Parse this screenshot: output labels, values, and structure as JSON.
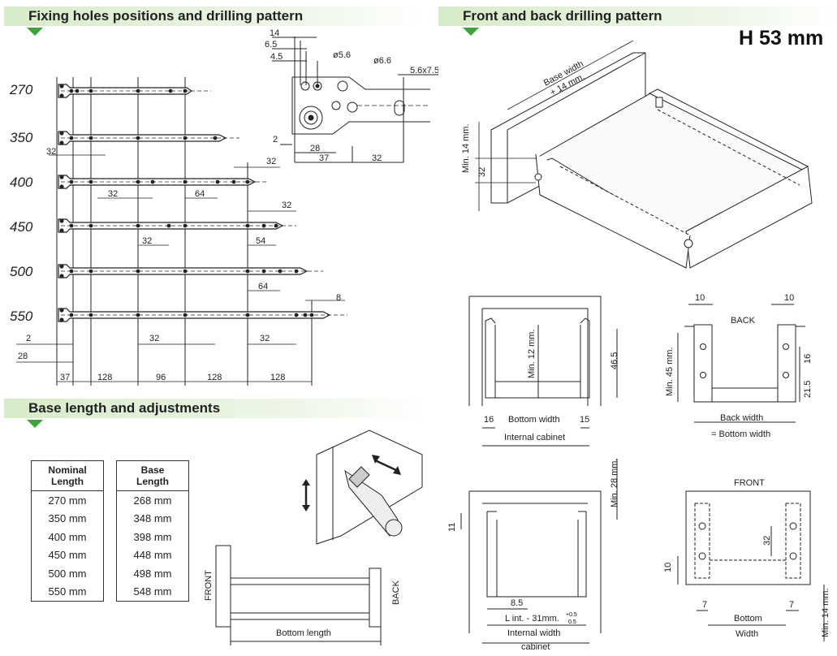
{
  "headers": {
    "fixing": "Fixing holes positions and drilling pattern",
    "front_back": "Front and back drilling pattern",
    "base": "Base length and adjustments"
  },
  "height_label": "H 53 mm",
  "rail_lengths": [
    "270",
    "350",
    "400",
    "450",
    "500",
    "550"
  ],
  "fixing_dims": {
    "d32a": "32",
    "d32b": "32",
    "d64a": "64",
    "d32c": "32",
    "d32d": "32",
    "d54": "54",
    "d64b": "64",
    "d8": "8",
    "d2": "2",
    "d28": "28",
    "d32e": "32",
    "d32f": "32",
    "bottom": [
      "37",
      "128",
      "96",
      "128",
      "128"
    ]
  },
  "detail_dims": {
    "d14": "14",
    "d65": "6.5",
    "d45": "4.5",
    "dia56": "ø5.6",
    "dia66": "ø6.6",
    "slot": "5.6x7.5",
    "d2": "2",
    "d28": "28",
    "d37": "37",
    "d32": "32"
  },
  "drawer_dims": {
    "base_width_1": "Base width",
    "base_width_2": "+ 14 mm.",
    "min14": "Min. 14 mm.",
    "d32": "32"
  },
  "section1": {
    "min12": "Min. 12 mm.",
    "h465": "46.5",
    "d16": "16",
    "d15": "15",
    "bottom_width": "Bottom width",
    "internal_cabinet": "Internal cabinet"
  },
  "back_view": {
    "d10a": "10",
    "d10b": "10",
    "back": "BACK",
    "min45": "Min. 45 mm.",
    "d16": "16",
    "d215": "21.5",
    "back_width": "Back width",
    "eq_bottom": "= Bottom width"
  },
  "section2": {
    "min28": "Min. 28 mm.",
    "d11": "11",
    "d85": "8.5",
    "lint": "L int. - 31mm.",
    "tol_plus": "+0.5",
    "tol_minus": "0.5",
    "internal_width": "Internal width",
    "cabinet": "cabinet"
  },
  "front_view": {
    "front": "FRONT",
    "d32": "32",
    "d10": "10",
    "d7a": "7",
    "d7b": "7",
    "bottom": "Bottom",
    "width": "Width",
    "min14": "Min. 14 mm."
  },
  "table": {
    "col1_header_1": "Nominal",
    "col1_header_2": "Length",
    "col2_header_1": "Base",
    "col2_header_2": "Length",
    "nominal": [
      "270 mm",
      "350 mm",
      "400 mm",
      "450 mm",
      "500 mm",
      "550 mm"
    ],
    "base": [
      "268 mm",
      "348 mm",
      "398 mm",
      "448 mm",
      "498 mm",
      "548 mm"
    ]
  },
  "base_diagram": {
    "front": "FRONT",
    "back": "BACK",
    "bottom_length": "Bottom length"
  }
}
